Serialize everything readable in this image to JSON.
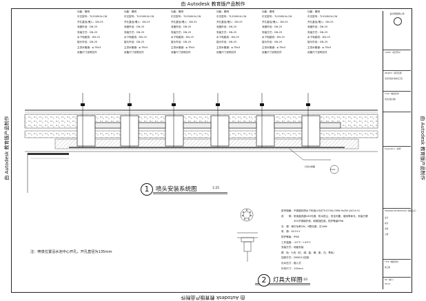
{
  "watermark": "由 Autodesk 教育版产品制作",
  "specs": [
    [
      "功能：照明",
      "中文型号：TL550M-N-CW",
      "开孔直径/埋入：DN-25",
      "深度外径：DN-25",
      "安装方式：DN-25",
      "水下电缆线：DN-25",
      "接头外径：DN-25",
      "主供水管道：φ-T8x3",
      "设备尺寸说明文件"
    ],
    [
      "功能：照明",
      "中文型号：TL550M-N-CW",
      "开孔直径/埋入：DN-25",
      "深度外径：DN-25",
      "安装方式：DN-25",
      "水下电缆线：DN-25",
      "接头外径：DN-25",
      "主供水管道：φ-T8x3",
      "设备尺寸说明文件"
    ],
    [
      "功能：照明",
      "中文型号：TL550M-N-CW",
      "开孔直径/埋入：DN-25",
      "深度外径：DN-25",
      "安装方式：DN-25",
      "水下电缆线：DN-25",
      "接头外径：DN-25",
      "主供水管道：φ-T8x3",
      "设备尺寸说明文件"
    ],
    [
      "功能：照明",
      "中文型号：TL550M-N-CW",
      "开孔直径/埋入：DN-25",
      "深度外径：DN-25",
      "安装方式：DN-25",
      "水下电缆线：DN-25",
      "接头外径：DN-25",
      "主供水管道：φ-T8x3",
      "设备尺寸说明文件"
    ],
    [
      "功能：照明",
      "中文型号：TL550M-N-CW",
      "开孔直径/埋入：DN-25",
      "深度外径：DN-25",
      "安装方式：DN-25",
      "水下电缆线：DN-25",
      "接头外径：DN-25",
      "主供水管道：φ-T8x3",
      "设备尺寸说明文件"
    ],
    [
      "功能：照明",
      "中文型号：TL550M-N-CW",
      "开孔直径/埋入：DN-25",
      "深度外径：DN-25",
      "安装方式：DN-25",
      "水下电缆线：DN-25",
      "接头外径：DN-25",
      "主供水管道：φ-T8x3",
      "设备尺寸说明文件"
    ]
  ],
  "drawing1": {
    "num": "1",
    "title": "喷头安装系统图",
    "scale": "1:25"
  },
  "drawing2": {
    "num": "2",
    "title": "灯具大样图",
    "scale": "1:10"
  },
  "lamp_callout": "灯具大样图",
  "lamp_callout_ref": "P/2/1",
  "note": "注：喷泉位置沿水池中心开孔，开孔直径为135mm",
  "lamp_spec": [
    "型号规格：不锈钢材质水下彩色LED灯TLS750LCMW-9x2W (AC24 V)",
    "说　　明：采用高亮度LED光源，防水防尘，安全可靠，使用寿命长，安装方便",
    "　　　　　304不锈钢外壳，耐腐蚀性强，防护等级IP68",
    "光　源：单灯功率2W，9颗光源，共18W",
    "电　源：AC24 V",
    "防护等级：IP68",
    "工作温度：-20°C~+45°C",
    "安装方式：地面安装",
    "颜　色：七彩（红、绿、蓝、黄、紫、白、青色）",
    "控制方式：DMX512控制",
    "出水压力：嵌入式",
    "外形尺寸：135mm"
  ],
  "title_block": {
    "company": "设计院有限公司",
    "client_label": "CLIENT（项目甲方）",
    "project_label": "PROJECT（项目名称）",
    "project_name": "某某景观水池喷泉工程",
    "drawing_label": "TITLE（图纸名称）",
    "drawing_name": "喷泉安装详图",
    "explanation_label": "Explanation（说明）",
    "info_label": "DRAWING INFORMATION（图纸信息）",
    "design": "设计",
    "check": "校对",
    "approve": "审核",
    "date": "日期",
    "type_label": "TYPE（图纸类别）",
    "type_value": "施工图",
    "no_label": "NO（图号）",
    "no_value": "WS-01"
  }
}
